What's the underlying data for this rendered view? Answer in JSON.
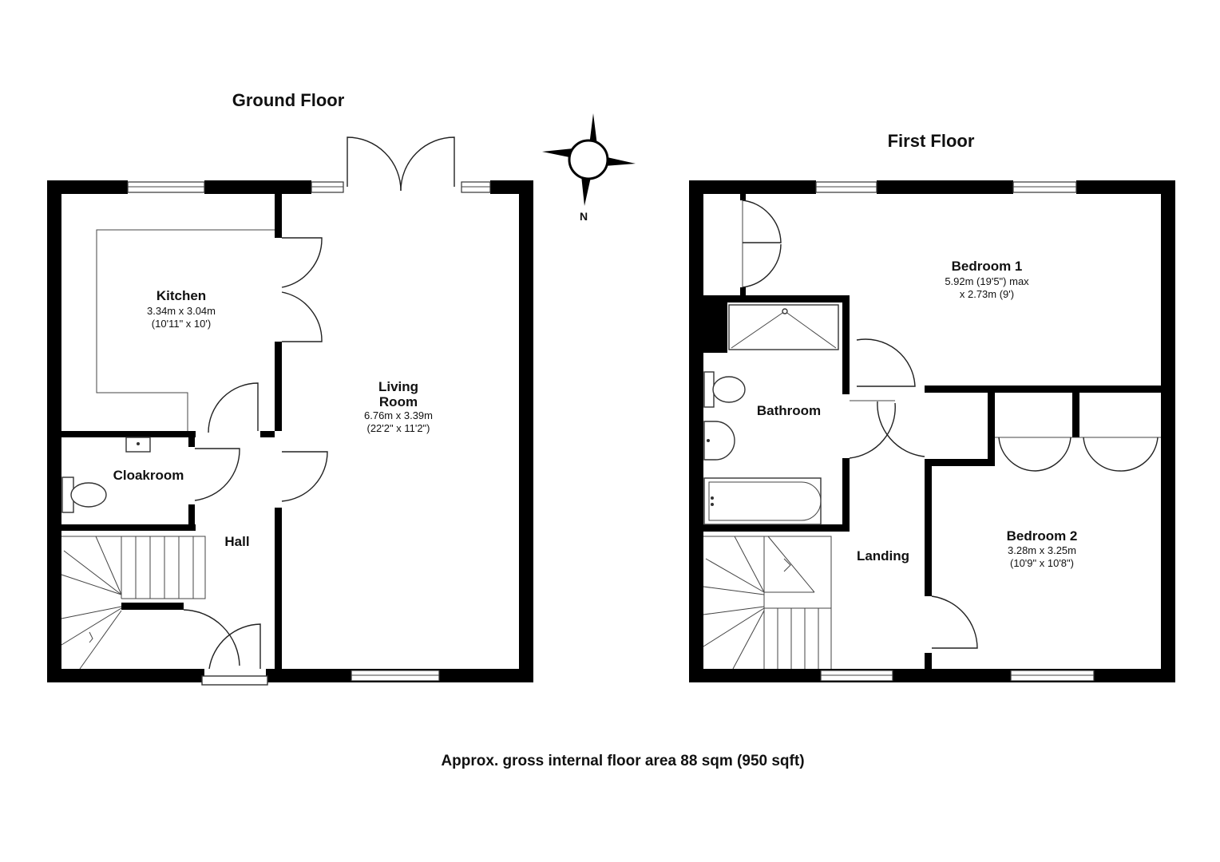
{
  "ground_floor": {
    "title": "Ground Floor",
    "rooms": {
      "kitchen": {
        "name": "Kitchen",
        "dim_metric": "3.34m x 3.04m",
        "dim_imperial": "(10'11\" x 10')"
      },
      "living_room": {
        "name_line1": "Living",
        "name_line2": "Room",
        "dim_metric": "6.76m x 3.39m",
        "dim_imperial": "(22'2\" x 11'2\")"
      },
      "cloakroom": {
        "name": "Cloakroom"
      },
      "hall": {
        "name": "Hall"
      }
    }
  },
  "first_floor": {
    "title": "First Floor",
    "rooms": {
      "bedroom1": {
        "name": "Bedroom 1",
        "dim_line1": "5.92m (19'5\") max",
        "dim_line2": "x 2.73m (9')"
      },
      "bathroom": {
        "name": "Bathroom"
      },
      "bedroom2": {
        "name": "Bedroom 2",
        "dim_metric": "3.28m x 3.25m",
        "dim_imperial": "(10'9\" x 10'8\")"
      },
      "landing": {
        "name": "Landing"
      }
    }
  },
  "compass": {
    "label": "N",
    "icon": "compass-rose-icon"
  },
  "footer": {
    "area_note": "Approx. gross internal floor area 88 sqm (950 sqft)"
  },
  "colors": {
    "wall": "#000000",
    "background": "#ffffff",
    "line": "#222222"
  }
}
